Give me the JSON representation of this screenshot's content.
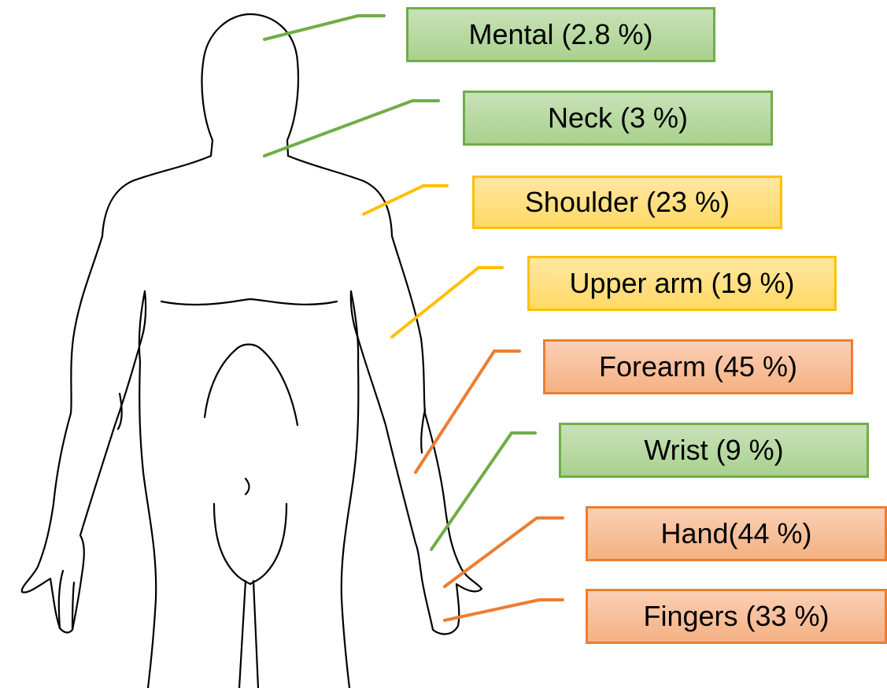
{
  "labels": {
    "mental": {
      "text": "Mental (2.8 %)",
      "color": "#70ad47"
    },
    "neck": {
      "text": "Neck (3 %)",
      "color": "#70ad47"
    },
    "shoulder": {
      "text": "Shoulder (23 %)",
      "color": "#ffc000"
    },
    "upper_arm": {
      "text": "Upper arm (19 %)",
      "color": "#ffc000"
    },
    "forearm": {
      "text": "Forearm (45 %)",
      "color": "#ed7d31"
    },
    "wrist": {
      "text": "Wrist (9 %)",
      "color": "#70ad47"
    },
    "hand": {
      "text": "Hand(44 %)",
      "color": "#ed7d31"
    },
    "fingers": {
      "text": "Fingers (33 %)",
      "color": "#ed7d31"
    }
  }
}
